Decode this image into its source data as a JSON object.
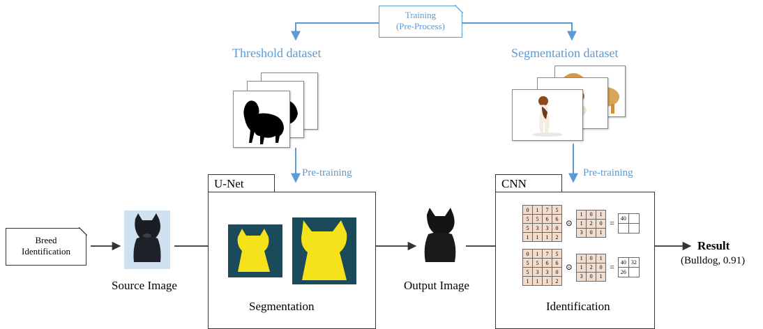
{
  "title_note": {
    "line1": "Training",
    "line2": "(Pre-Process)"
  },
  "threshold_dataset": {
    "label": "Threshold dataset"
  },
  "segmentation_dataset": {
    "label": "Segmentation dataset"
  },
  "pretraining_left": {
    "label": "Pre-training"
  },
  "pretraining_right": {
    "label": "Pre-training"
  },
  "input_note": {
    "line1": "Breed",
    "line2": "Identification"
  },
  "source_image": {
    "label": "Source Image"
  },
  "unet": {
    "tab": "U-Net",
    "caption": "Segmentation"
  },
  "output_image": {
    "label": "Output Image"
  },
  "cnn": {
    "tab": "CNN",
    "caption": "Identification",
    "input_matrix": [
      [
        "0",
        "1",
        "7",
        "5"
      ],
      [
        "5",
        "5",
        "6",
        "6"
      ],
      [
        "5",
        "3",
        "3",
        "0"
      ],
      [
        "1",
        "1",
        "1",
        "2"
      ]
    ],
    "kernel": [
      [
        "1",
        "0",
        "1"
      ],
      [
        "1",
        "2",
        "0"
      ],
      [
        "3",
        "0",
        "1"
      ]
    ],
    "operator": "⊙",
    "equals": "=",
    "result_top": [
      [
        "40",
        ""
      ],
      [
        "",
        ""
      ]
    ],
    "result_bottom": [
      [
        "40",
        "32"
      ],
      [
        "26",
        ""
      ]
    ]
  },
  "result": {
    "title": "Result",
    "value": "(Bulldog, 0.91)"
  },
  "colors": {
    "accent_blue": "#5b9bd5",
    "seg_dark": "#1b4a5a",
    "seg_yellow": "#f6e21a",
    "matrix_fill": "#f2dccd"
  }
}
